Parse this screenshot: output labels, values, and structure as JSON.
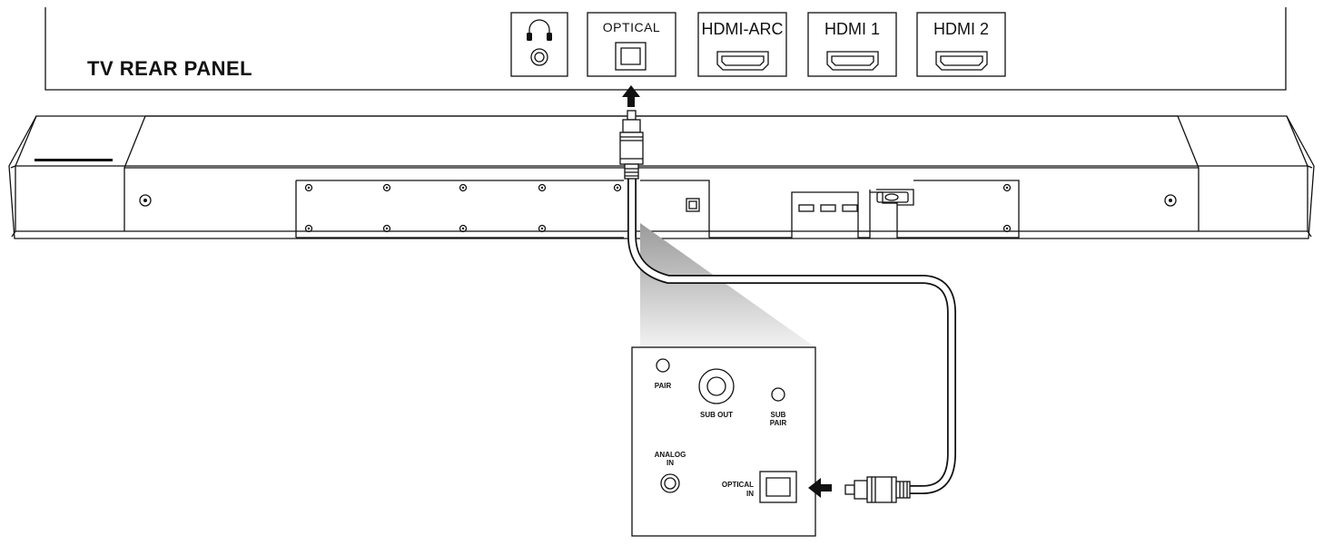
{
  "tv_panel": {
    "title": "TV REAR PANEL",
    "ports": [
      {
        "label": "",
        "icon": "headphones-icon"
      },
      {
        "label": "OPTICAL",
        "icon": "optical-port-icon"
      },
      {
        "label": "HDMI-ARC",
        "icon": "hdmi-port-icon"
      },
      {
        "label": "HDMI 1",
        "icon": "hdmi-port-icon"
      },
      {
        "label": "HDMI 2",
        "icon": "hdmi-port-icon"
      }
    ]
  },
  "soundbar_detail": {
    "pair": "PAIR",
    "sub_out": "SUB OUT",
    "sub_pair_1": "SUB",
    "sub_pair_2": "PAIR",
    "analog_in_1": "ANALOG",
    "analog_in_2": "IN",
    "optical_in_1": "OPTICAL",
    "optical_in_2": "IN"
  },
  "colors": {
    "line": "#111111",
    "background": "#ffffff",
    "zoom_gradient_start": "#9a9a9a"
  }
}
